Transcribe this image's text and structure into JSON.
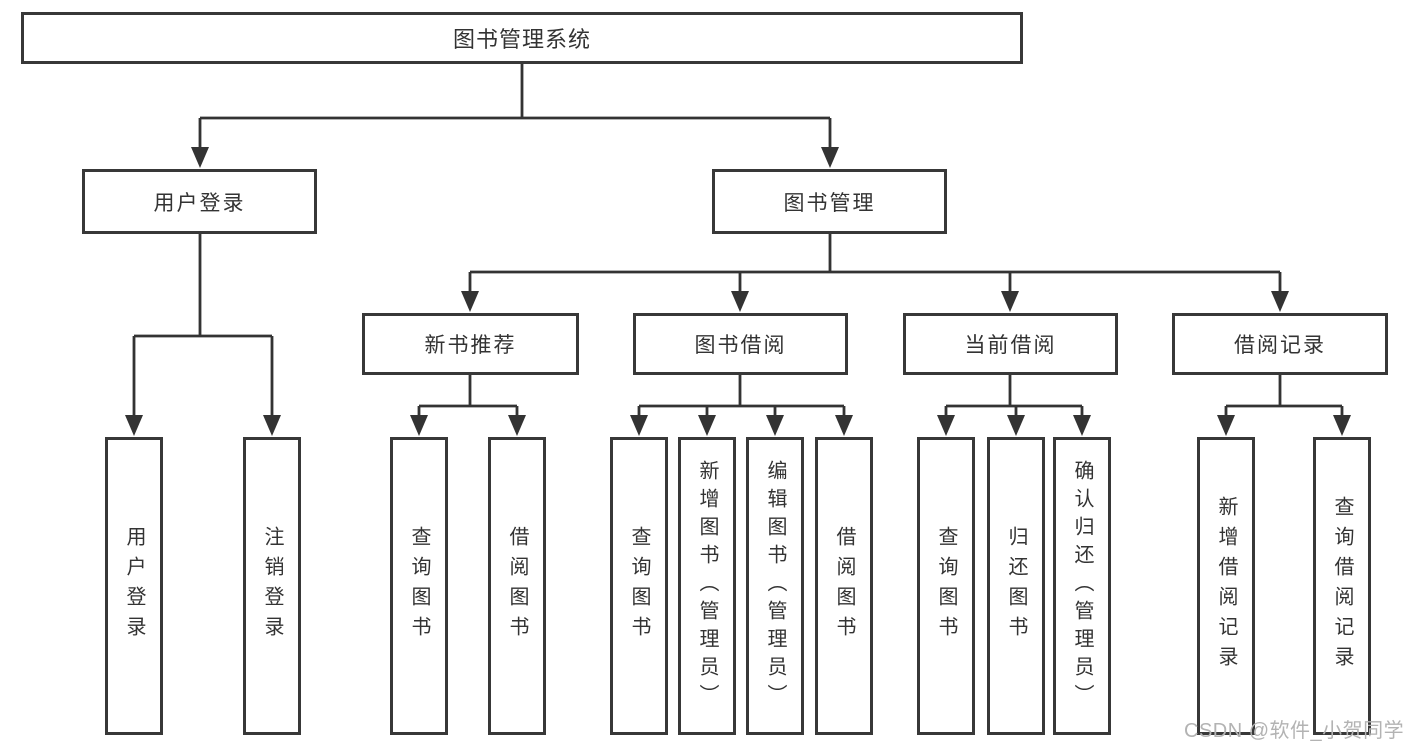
{
  "diagram": {
    "root": {
      "label": "图书管理系统"
    },
    "level2": {
      "user_login": {
        "label": "用户登录"
      },
      "book_management": {
        "label": "图书管理"
      }
    },
    "level3": {
      "new_book_recommend": {
        "label": "新书推荐"
      },
      "book_borrow": {
        "label": "图书借阅"
      },
      "current_borrow": {
        "label": "当前借阅"
      },
      "borrow_records": {
        "label": "借阅记录"
      }
    },
    "leaves": {
      "user_login": {
        "label": "用户登录"
      },
      "logout": {
        "label": "注销登录"
      },
      "rec_query_books": {
        "label": "查询图书"
      },
      "rec_borrow_books": {
        "label": "借阅图书"
      },
      "bb_query_books": {
        "label": "查询图书"
      },
      "bb_add_books": {
        "label": "新增图书（管理员）"
      },
      "bb_edit_books": {
        "label": "编辑图书（管理员）"
      },
      "bb_borrow_books": {
        "label": "借阅图书"
      },
      "cb_query_books": {
        "label": "查询图书"
      },
      "cb_return_books": {
        "label": "归还图书"
      },
      "cb_confirm_return": {
        "label": "确认归还（管理员）"
      },
      "br_add_record": {
        "label": "新增借阅记录"
      },
      "br_query_record": {
        "label": "查询借阅记录"
      }
    },
    "watermark": "CSDN @软件_小贺同学",
    "colors": {
      "line": "#333333",
      "border": "#383838",
      "text": "#333333",
      "watermark": "#b3b3b3",
      "background": "#ffffff"
    }
  }
}
